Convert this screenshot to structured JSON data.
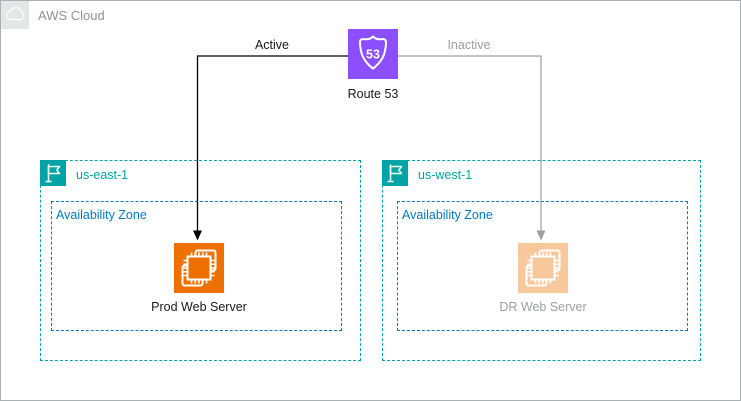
{
  "diagram": {
    "aws_cloud_label": "AWS Cloud",
    "route53": {
      "label": "Route 53",
      "shield_number": "53"
    },
    "connections": {
      "active": {
        "label": "Active"
      },
      "inactive": {
        "label": "Inactive"
      }
    },
    "regions": [
      {
        "name": "us-east-1",
        "az_label": "Availability Zone",
        "server_label": "Prod Web Server",
        "state": "active"
      },
      {
        "name": "us-west-1",
        "az_label": "Availability Zone",
        "server_label": "DR Web Server",
        "state": "inactive"
      }
    ],
    "icons": {
      "aws_cloud": "cloud-outline",
      "route53": "route-shield",
      "region": "flag",
      "server": "ec2-instance-chip"
    },
    "colors": {
      "route53_purple": "#8C4FFF",
      "ec2_orange": "#ED7100",
      "region_teal": "#00A4A6",
      "az_blue": "#007CBC",
      "inactive_gray": "#9AA0A4",
      "label_black": "#16191F",
      "cloud_badge_gray": "#E2E7E7",
      "outer_border_gray": "#A9B1B5"
    }
  }
}
